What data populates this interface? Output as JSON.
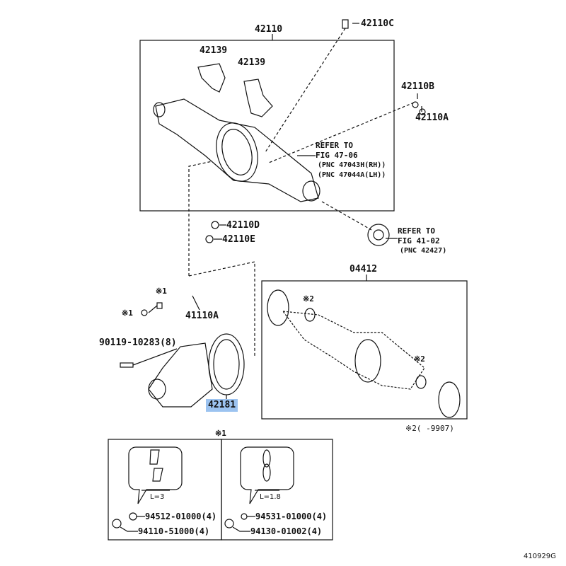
{
  "labels": {
    "axle_housing": "42110",
    "breather_plug": "42110C",
    "bracket_1": "42139",
    "bracket_2": "42139",
    "plug_b": "42110B",
    "plug_a": "42110A",
    "refer_47_l1": "REFER TO",
    "refer_47_l2": "FIG 47-06",
    "refer_47_l3": "(PNC 47043H(RH))",
    "refer_47_l4": "(PNC 47044A(LH))",
    "gasket_d": "42110D",
    "plug_e": "42110E",
    "refer_41_l1": "REFER TO",
    "refer_41_l2": "FIG 41-02",
    "refer_41_l3": "(PNC 42427)",
    "housing_kit": "04412",
    "mark1_a": "※1",
    "mark1_b": "※1",
    "stud": "41110A",
    "bolt": "90119-10283(8)",
    "gasket_selected": "42181",
    "mark2_a": "※2",
    "mark2_b": "※2",
    "mark2_note": "※2(    -9907)",
    "mark1_panel": "※1",
    "panel_left_washer": "94512-01000(4)",
    "panel_left_nut": "94110-51000(4)",
    "panel_left_dim": "L=3",
    "panel_right_washer": "94531-01000(4)",
    "panel_right_nut": "94130-01002(4)",
    "panel_right_dim": "L=1.8",
    "figure_code": "410929G"
  },
  "colors": {
    "highlight": "#9cc3f0",
    "ink": "#111111"
  }
}
